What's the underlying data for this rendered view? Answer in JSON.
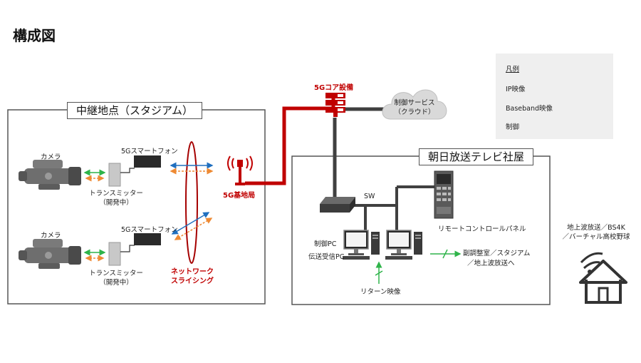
{
  "title": "構成図",
  "relay": {
    "title": "中継地点（スタジアム）",
    "camera_top": "カメラ",
    "camera_bottom": "カメラ",
    "phone_top": "5Gスマートフォン",
    "phone_bottom": "5Gスマートフォン",
    "transmitter_top_line1": "トランスミッター",
    "transmitter_top_line2": "（開発中）",
    "transmitter_bottom_line1": "トランスミッター",
    "transmitter_bottom_line2": "（開発中）",
    "slicing_line1": "ネットワーク",
    "slicing_line2": "スライシング",
    "base_station": "5G基地局"
  },
  "core": {
    "label": "5Gコア設備",
    "cloud_line1": "制御サービス",
    "cloud_line2": "（クラウド）"
  },
  "hq": {
    "title": "朝日放送テレビ社屋",
    "switch": "SW",
    "remote_panel": "リモートコントロールパネル",
    "control_pc": "制御PC",
    "receiver_pc": "伝送受信PC",
    "to_master_line1": "副調整室／スタジアム",
    "to_master_line2": "／地上波放送へ",
    "return_video": "リターン映像"
  },
  "broadcast": {
    "line1": "地上波放送／BS4K",
    "line2": "／バーチャル高校野球"
  },
  "legend": {
    "title": "凡例",
    "items": [
      {
        "label": "IP映像",
        "color": "#1f6fbf",
        "style": "solid"
      },
      {
        "label": "Baseband映像",
        "color": "#2fb44a",
        "style": "solid"
      },
      {
        "label": "制御",
        "color": "#ee8a33",
        "style": "dashed"
      }
    ]
  },
  "colors": {
    "ip": "#1f6fbf",
    "baseband": "#2fb44a",
    "control": "#ee8a33",
    "red": "#c00000",
    "dark": "#404040"
  }
}
